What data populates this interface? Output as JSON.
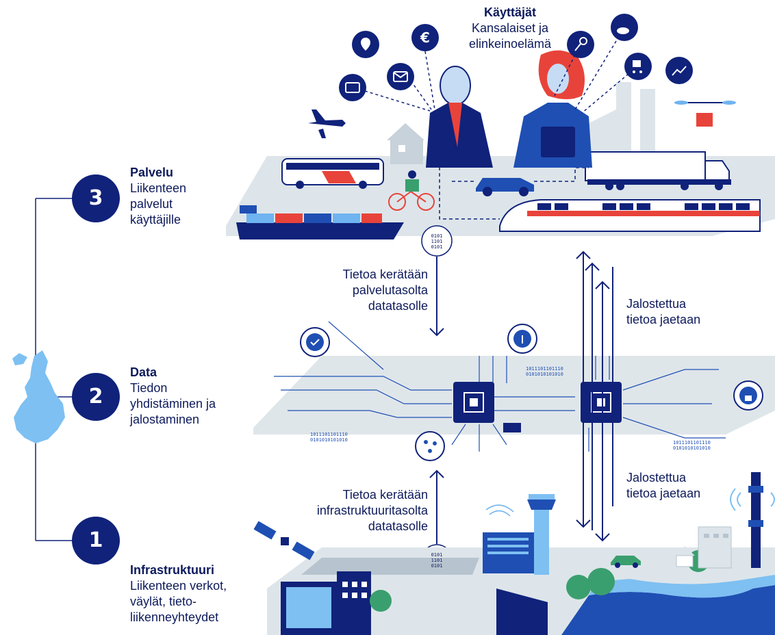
{
  "users": {
    "title": "Käyttäjät",
    "subtitle_line1": "Kansalaiset ja",
    "subtitle_line2": "elinkeinoelämä"
  },
  "levels": [
    {
      "number": "3",
      "title": "Palvelu",
      "lines": [
        "Liikenteen",
        "palvelut",
        "käyttäjille"
      ]
    },
    {
      "number": "2",
      "title": "Data",
      "lines": [
        "Tiedon",
        "yhdistäminen ja",
        "jalostaminen"
      ]
    },
    {
      "number": "1",
      "title": "Infrastruktuuri",
      "lines": [
        "Liikenteen verkot,",
        "väylät, tieto-",
        "liikenneyhteydet"
      ]
    }
  ],
  "flows": {
    "service_to_data": [
      "Tietoa kerätään",
      "palvelutasolta",
      "datatasolle"
    ],
    "infra_to_data": [
      "Tietoa kerätään",
      "infrastruktuuritasolta",
      "datatasolle"
    ],
    "shared_upper": [
      "Jalostettua",
      "tietoa jaetaan"
    ],
    "shared_lower": [
      "Jalostettua",
      "tietoa jaetaan"
    ]
  },
  "binary": {
    "bubble": "0101\n1101\n0101",
    "stream_a": "1011101101110",
    "stream_b": "0101010101010"
  },
  "colors": {
    "navy": "#10227a",
    "blue": "#1f4fb3",
    "light_blue": "#6fb3f0",
    "grey": "#d9e2e8",
    "red": "#e8433a",
    "green": "#3a9f6e"
  }
}
